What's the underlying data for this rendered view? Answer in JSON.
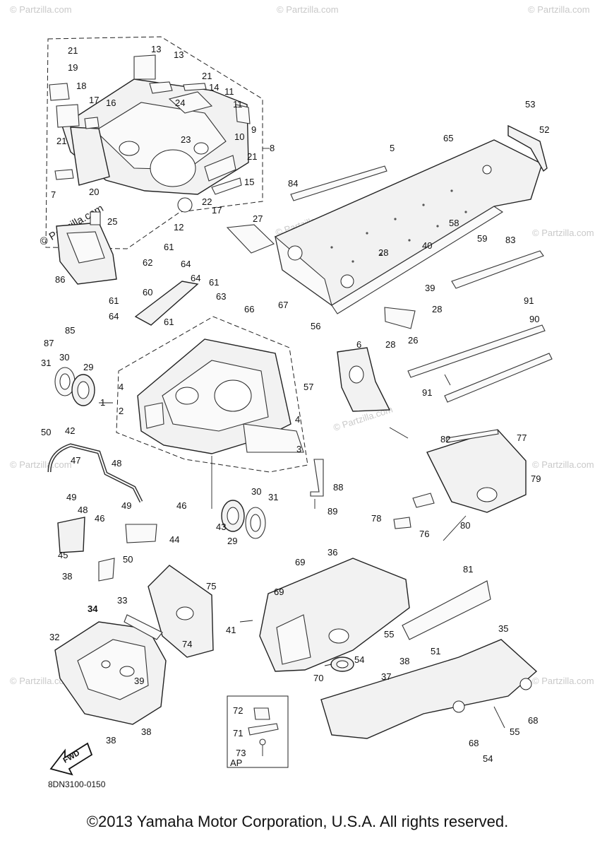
{
  "diagram": {
    "watermark": "© Partzilla.com",
    "diagram_code": "8DN3100-0150",
    "fwd_label": "FWD",
    "ap_label": "AP",
    "callouts": [
      "1",
      "2",
      "3",
      "4",
      "5",
      "6",
      "7",
      "8",
      "9",
      "10",
      "11",
      "12",
      "13",
      "14",
      "15",
      "16",
      "17",
      "18",
      "19",
      "20",
      "21",
      "22",
      "23",
      "24",
      "25",
      "26",
      "27",
      "28",
      "29",
      "30",
      "31",
      "32",
      "33",
      "34",
      "35",
      "36",
      "37",
      "38",
      "39",
      "40",
      "41",
      "42",
      "43",
      "44",
      "45",
      "46",
      "47",
      "48",
      "49",
      "50",
      "51",
      "52",
      "53",
      "54",
      "55",
      "56",
      "57",
      "58",
      "59",
      "60",
      "61",
      "62",
      "63",
      "64",
      "65",
      "66",
      "67",
      "68",
      "69",
      "70",
      "71",
      "72",
      "73",
      "74",
      "75",
      "76",
      "77",
      "78",
      "79",
      "80",
      "81",
      "82",
      "83",
      "84",
      "85",
      "86",
      "87",
      "88",
      "89",
      "90",
      "91"
    ]
  },
  "footer": {
    "copyright": "©2013 Yamaha Motor Corporation, U.S.A. All rights reserved."
  }
}
